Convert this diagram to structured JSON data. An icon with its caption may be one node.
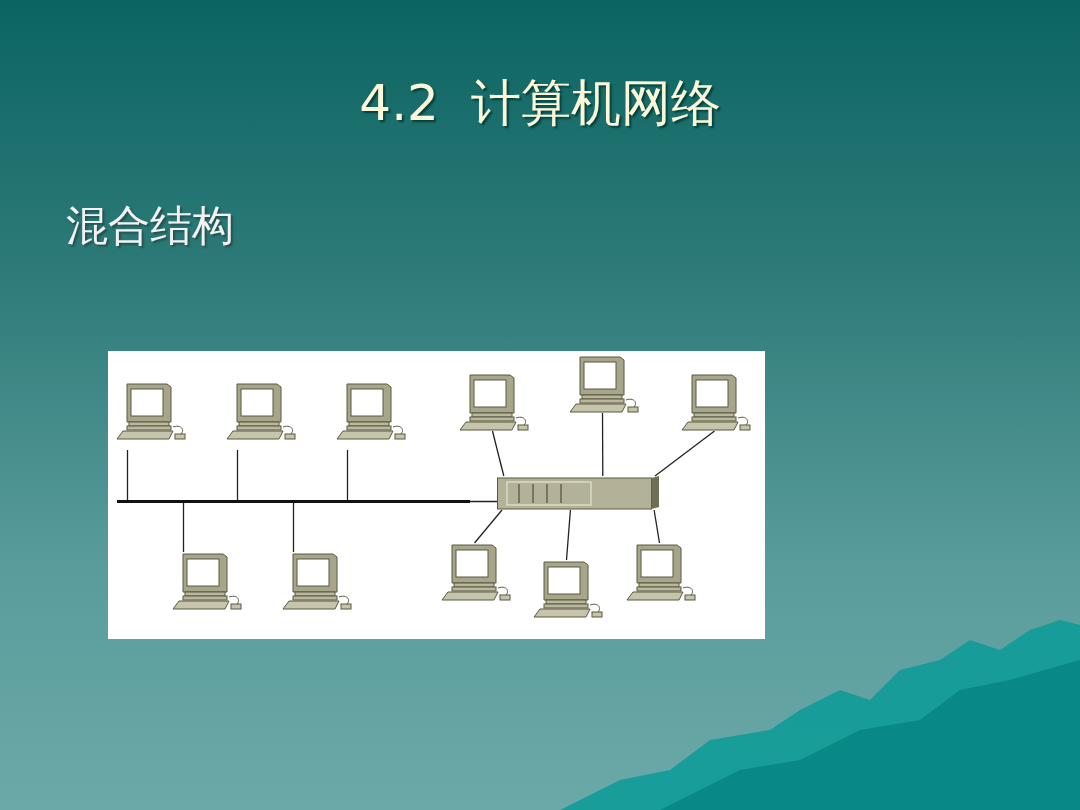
{
  "diagram": {
    "title": "4.2  计算机网络",
    "nodes": [
      {
        "text": [],
        "shape": "picture"
      },
      {
        "text": [],
        "shape": "picture"
      },
      {
        "text": [],
        "shape": "picture"
      },
      {
        "text": [],
        "shape": "picture"
      },
      {
        "text": [],
        "shape": "picture"
      },
      {
        "text": [],
        "shape": "picture"
      },
      {
        "text": [],
        "shape": "bar"
      },
      {
        "text": [],
        "shape": "picture"
      },
      {
        "text": [],
        "shape": "picture"
      },
      {
        "text": [],
        "shape": "picture"
      },
      {
        "text": [],
        "shape": "picture"
      },
      {
        "text": [],
        "shape": "picture"
      },
      {
        "text": [],
        "shape": "picture"
      }
    ],
    "edges": [
      {
        "from": 0,
        "to": 6,
        "arrow": "none"
      },
      {
        "from": 1,
        "to": 6,
        "arrow": "none"
      },
      {
        "from": 2,
        "to": 6,
        "arrow": "none"
      },
      {
        "from": 3,
        "to": 7,
        "arrow": "none"
      },
      {
        "from": 4,
        "to": 7,
        "arrow": "none"
      },
      {
        "from": 5,
        "to": 7,
        "arrow": "none"
      },
      {
        "from": 6,
        "to": 7,
        "arrow": "none"
      },
      {
        "from": 8,
        "to": 6,
        "arrow": "none"
      },
      {
        "from": 9,
        "to": 6,
        "arrow": "none"
      },
      {
        "from": 10,
        "to": 7,
        "arrow": "none"
      },
      {
        "from": 11,
        "to": 7,
        "arrow": "none"
      },
      {
        "from": 12,
        "to": 7,
        "arrow": "none"
      }
    ],
    "labels": [
      "混合结构"
    ]
  }
}
